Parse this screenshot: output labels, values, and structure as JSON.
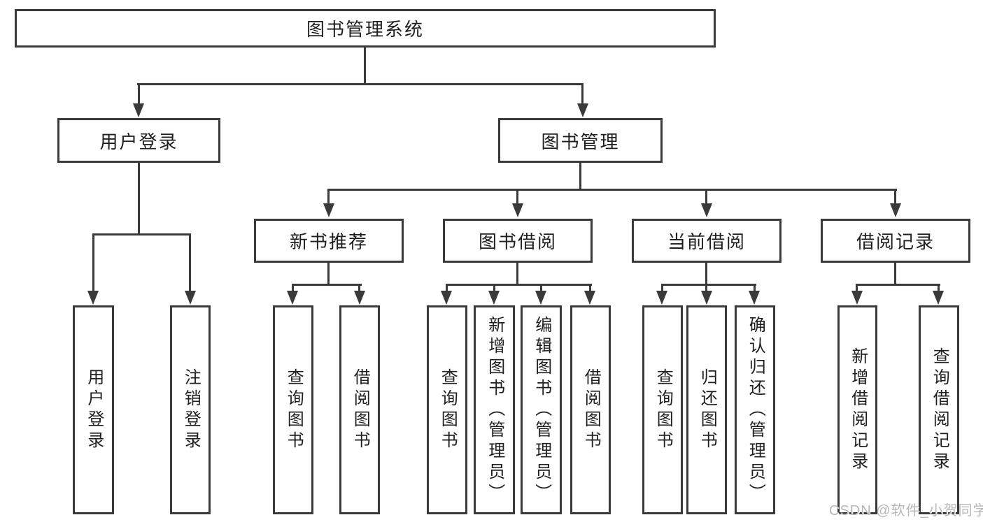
{
  "colors": {
    "line": "#3a3a3a",
    "text": "#1f1f1f",
    "watermark": "#b8b8b8",
    "background": "#ffffff"
  },
  "watermark": {
    "text": "CSDN @软件_小贺同学"
  },
  "diagram": {
    "type": "hierarchy-tree",
    "root": {
      "label": "图书管理系统"
    },
    "branches": [
      {
        "label": "用户登录",
        "children": [
          {
            "label": "用户登录"
          },
          {
            "label": "注销登录"
          }
        ]
      },
      {
        "label": "图书管理",
        "children": [
          {
            "label": "新书推荐",
            "children": [
              {
                "label": "查询图书"
              },
              {
                "label": "借阅图书"
              }
            ]
          },
          {
            "label": "图书借阅",
            "children": [
              {
                "label": "查询图书"
              },
              {
                "label": "新增图书（管理员）"
              },
              {
                "label": "编辑图书（管理员）"
              },
              {
                "label": "借阅图书"
              }
            ]
          },
          {
            "label": "当前借阅",
            "children": [
              {
                "label": "查询图书"
              },
              {
                "label": "归还图书"
              },
              {
                "label": "确认归还（管理员）"
              }
            ]
          },
          {
            "label": "借阅记录",
            "children": [
              {
                "label": "新增借阅记录"
              },
              {
                "label": "查询借阅记录"
              }
            ]
          }
        ]
      }
    ]
  }
}
